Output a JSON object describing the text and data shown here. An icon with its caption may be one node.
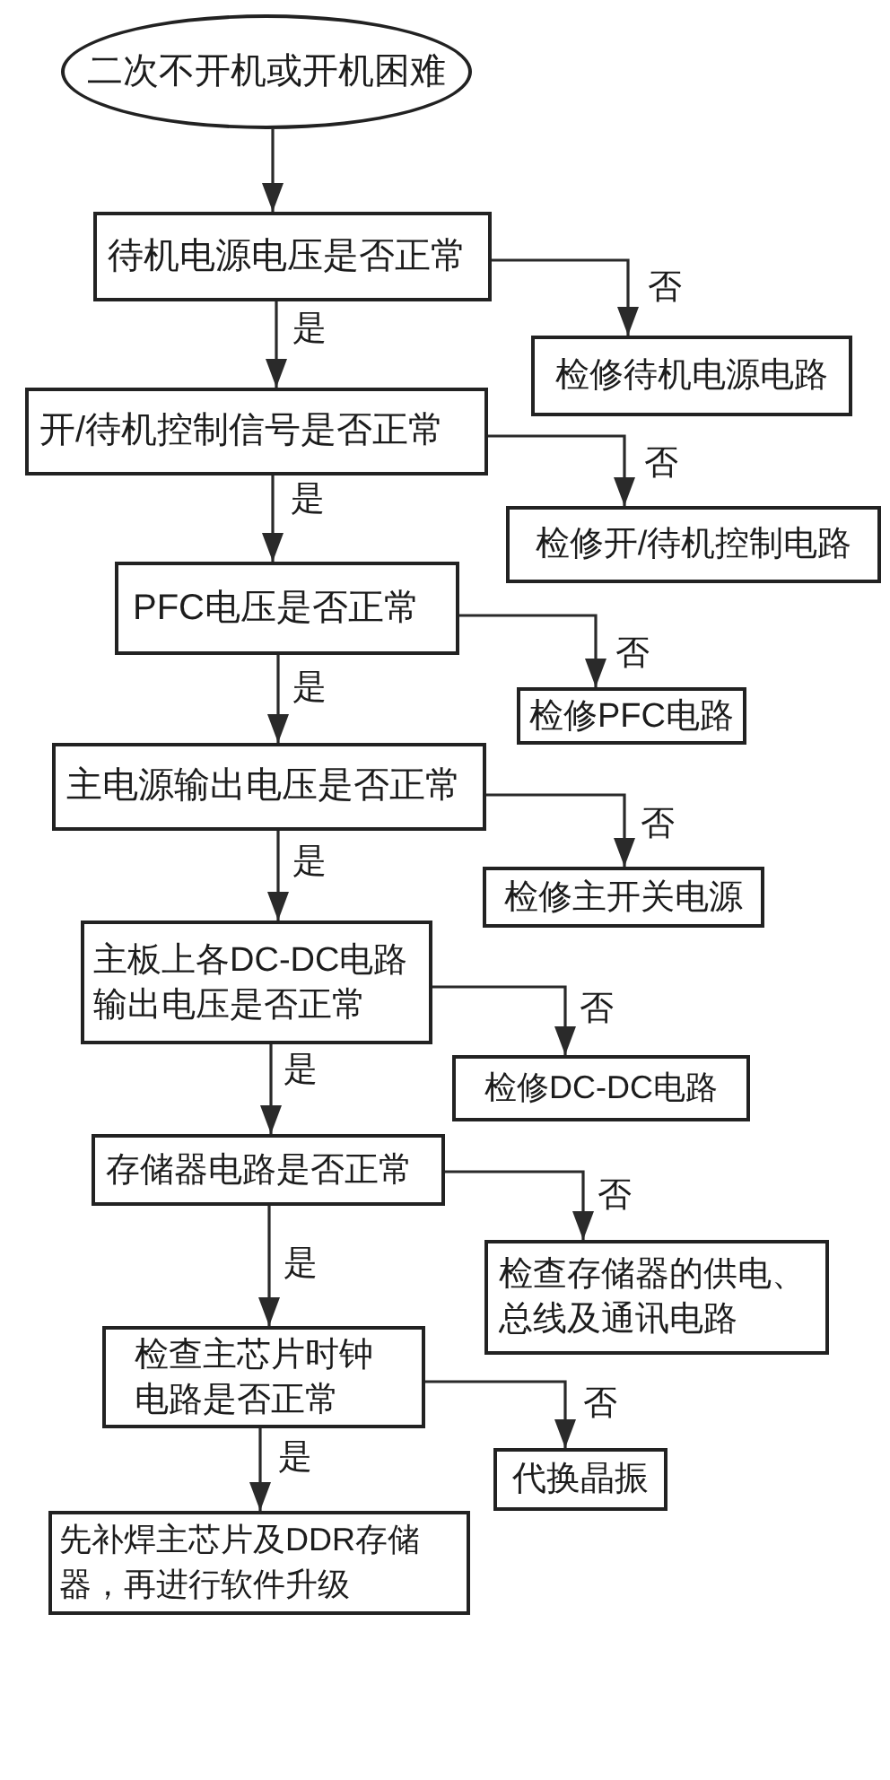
{
  "diagram": {
    "nodes": [
      {
        "text": [
          "二次不开机或开机困难"
        ]
      },
      {
        "text": [
          "待机电源电压是否正常"
        ]
      },
      {
        "text": [
          "检修待机电源电路"
        ]
      },
      {
        "text": [
          "开/待机控制信号是否正常"
        ]
      },
      {
        "text": [
          "检修开/待机控制电路"
        ]
      },
      {
        "text": [
          "PFC电压是否正常"
        ]
      },
      {
        "text": [
          "检修PFC电路"
        ]
      },
      {
        "text": [
          "主电源输出电压是否正常"
        ]
      },
      {
        "text": [
          "检修主开关电源"
        ]
      },
      {
        "text": [
          "主板上各DC-DC电路输出电压是否正常"
        ]
      },
      {
        "text": [
          "检修DC-DC电路"
        ]
      },
      {
        "text": [
          "存储器电路是否正常"
        ]
      },
      {
        "text": [
          "检查存储器的供电、总线及通讯电路"
        ]
      },
      {
        "text": [
          "检查主芯片时钟电路是否正常"
        ]
      },
      {
        "text": [
          "代换晶振"
        ]
      },
      {
        "text": [
          "先补焊主芯片及DDR存储器，再进行软件升级"
        ]
      }
    ],
    "edges": [
      {
        "from": 0,
        "to": 1,
        "arrow": "to"
      },
      {
        "from": 1,
        "to": 2,
        "arrow": "to",
        "label": "否"
      },
      {
        "from": 1,
        "to": 3,
        "arrow": "to",
        "label": "是"
      },
      {
        "from": 3,
        "to": 4,
        "arrow": "to",
        "label": "否"
      },
      {
        "from": 3,
        "to": 5,
        "arrow": "to",
        "label": "是"
      },
      {
        "from": 5,
        "to": 6,
        "arrow": "to",
        "label": "否"
      },
      {
        "from": 5,
        "to": 7,
        "arrow": "to",
        "label": "是"
      },
      {
        "from": 7,
        "to": 8,
        "arrow": "to",
        "label": "否"
      },
      {
        "from": 7,
        "to": 9,
        "arrow": "to",
        "label": "是"
      },
      {
        "from": 9,
        "to": 10,
        "arrow": "to",
        "label": "否"
      },
      {
        "from": 9,
        "to": 11,
        "arrow": "to",
        "label": "是"
      },
      {
        "from": 11,
        "to": 12,
        "arrow": "to",
        "label": "否"
      },
      {
        "from": 11,
        "to": 13,
        "arrow": "to",
        "label": "是"
      },
      {
        "from": 13,
        "to": 14,
        "arrow": "to",
        "label": "否"
      },
      {
        "from": 13,
        "to": 15,
        "arrow": "to",
        "label": "是"
      }
    ]
  }
}
